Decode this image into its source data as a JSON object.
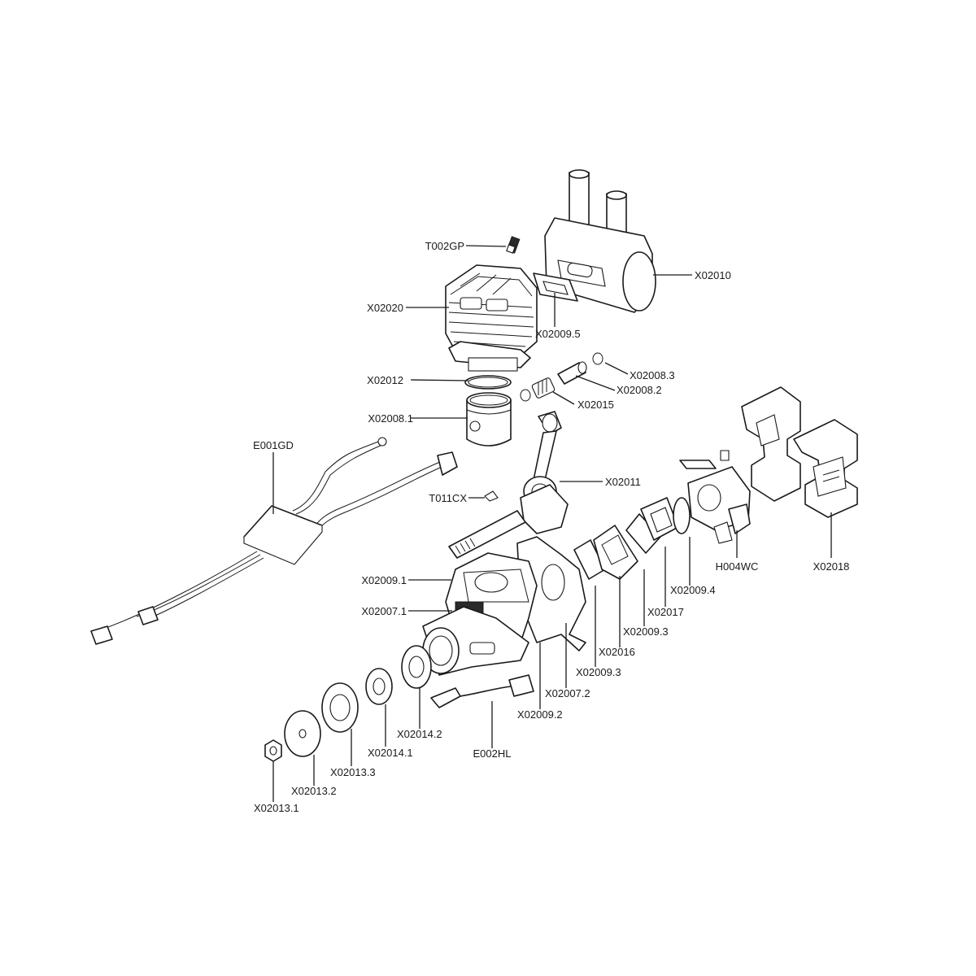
{
  "labels": {
    "T002GP": "T002GP",
    "X02010": "X02010",
    "X02020": "X02020",
    "X02009_5": "X02009.5",
    "X02008_3": "X02008.3",
    "X02012": "X02012",
    "X02008_2": "X02008.2",
    "X02015": "X02015",
    "X02008_1": "X02008.1",
    "E001GD": "E001GD",
    "X02011": "X02011",
    "T011CX": "T011CX",
    "H004WC": "H004WC",
    "X02018": "X02018",
    "X02009_1": "X02009.1",
    "X02009_4": "X02009.4",
    "X02007_1": "X02007.1",
    "X02017": "X02017",
    "X02009_3a": "X02009.3",
    "X02016": "X02016",
    "X02009_3b": "X02009.3",
    "X02007_2": "X02007.2",
    "X02009_2": "X02009.2",
    "X02014_2": "X02014.2",
    "E002HL": "E002HL",
    "X02014_1": "X02014.1",
    "X02013_3": "X02013.3",
    "X02013_2": "X02013.2",
    "X02013_1": "X02013.1"
  }
}
